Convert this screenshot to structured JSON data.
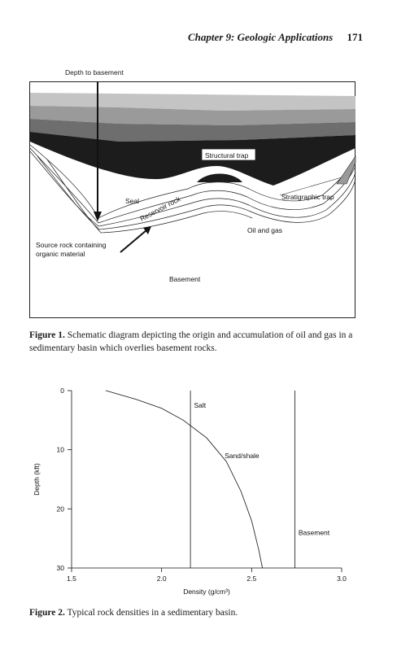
{
  "header": {
    "chapter": "Chapter 9: Geologic Applications",
    "page_number": "171"
  },
  "figure1": {
    "top_label": "Depth to basement",
    "labels": {
      "structural_trap": "Structural trap",
      "seal": "Seal",
      "reservoir_rock": "Reservoir rock",
      "stratigraphic_trap": "Stratigraphic trap",
      "oil_and_gas": "Oil and gas",
      "source_rock_line1": "Source rock containing",
      "source_rock_line2": "organic material",
      "basement": "Basement"
    },
    "caption_label": "Figure 1.",
    "caption_text": "Schematic diagram depicting the origin and accumulation of oil and gas in a sedimentary basin which overlies basement rocks."
  },
  "figure2": {
    "caption_label": "Figure 2.",
    "caption_text": "Typical rock densities in a sedimentary basin."
  },
  "chart_data": {
    "type": "line",
    "xlabel": "Density (g/cm³)",
    "ylabel": "Depth  (kft)",
    "xlim": [
      1.5,
      3.0
    ],
    "ylim": [
      30,
      0
    ],
    "x_ticks": [
      "1.5",
      "2.0",
      "2.5",
      "3.0"
    ],
    "y_ticks": [
      "0",
      "10",
      "20",
      "30"
    ],
    "grid": false,
    "series": [
      {
        "name": "Sand/shale",
        "points": [
          [
            1.69,
            0
          ],
          [
            1.86,
            1.5
          ],
          [
            2.0,
            3
          ],
          [
            2.12,
            5
          ],
          [
            2.25,
            8
          ],
          [
            2.36,
            12
          ],
          [
            2.44,
            17
          ],
          [
            2.5,
            22
          ],
          [
            2.54,
            27
          ],
          [
            2.56,
            30
          ]
        ]
      },
      {
        "name": "Salt",
        "points": [
          [
            2.16,
            0
          ],
          [
            2.16,
            30
          ]
        ]
      },
      {
        "name": "Basement",
        "points": [
          [
            2.74,
            0
          ],
          [
            2.74,
            30
          ]
        ]
      }
    ],
    "annotations": [
      {
        "text": "Salt",
        "x": 2.18,
        "y": 2.5
      },
      {
        "text": "Sand/shale",
        "x": 2.35,
        "y": 11
      },
      {
        "text": "Basement",
        "x": 2.76,
        "y": 24
      }
    ]
  }
}
